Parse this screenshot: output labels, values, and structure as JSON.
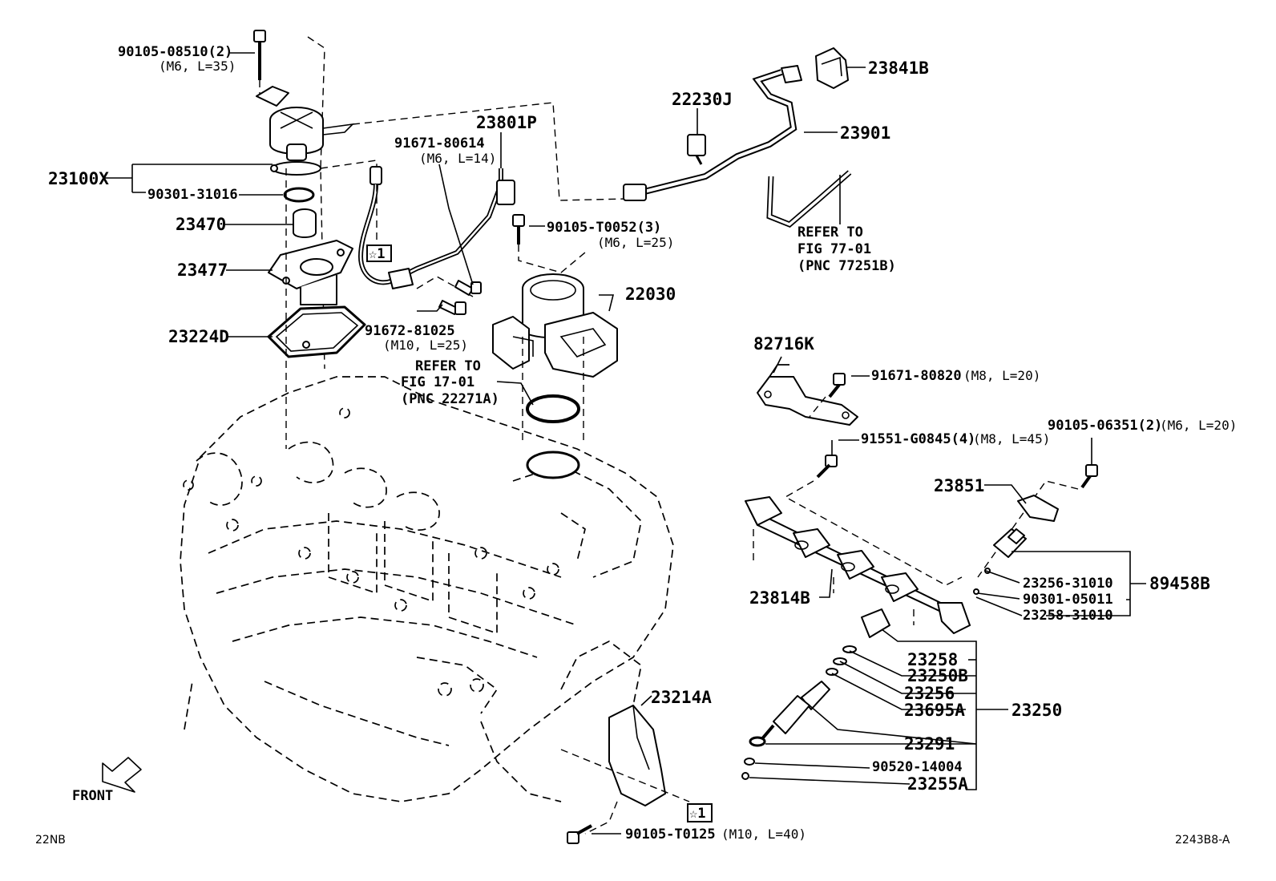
{
  "labels": {
    "p90105_08510": "90105-08510(2)",
    "p90105_08510_spec": "(M6, L=35)",
    "p23100X": "23100X",
    "p90301_31016": "90301-31016",
    "p23470": "23470",
    "p23477": "23477",
    "p23224D": "23224D",
    "p91671_80614": "91671-80614",
    "p91671_80614_spec": "(M6, L=14)",
    "p23801P": "23801P",
    "p91672_81025": "91672-81025",
    "p91672_81025_spec": "(M10, L=25)",
    "p22230J": "22230J",
    "p23841B": "23841B",
    "p23901": "23901",
    "p90105_T0052": "90105-T0052(3)",
    "p90105_T0052_spec": "(M6, L=25)",
    "p22030": "22030",
    "ref1_line1": "REFER TO",
    "ref1_line2": "FIG 17-01",
    "ref1_line3": "(PNC 22271A)",
    "ref2_line1": "REFER TO",
    "ref2_line2": "FIG 77-01",
    "ref2_line3": "(PNC 77251B)",
    "p82716K": "82716K",
    "p91671_80820": "91671-80820",
    "p91671_80820_spec": "(M8, L=20)",
    "p91551_G0845": "91551-G0845(4)",
    "p91551_G0845_spec": "(M8, L=45)",
    "p90105_06351": "90105-06351(2)",
    "p90105_06351_spec": "(M6, L=20)",
    "p23851": "23851",
    "p23256_31010": "23256-31010",
    "p90301_05011": "90301-05011",
    "p23258_31010": "23258-31010",
    "p89458B": "89458B",
    "p23814B": "23814B",
    "p23258": "23258",
    "p23250B": "23250B",
    "p23256": "23256",
    "p23695A": "23695A",
    "p23250": "23250",
    "p23291": "23291",
    "p90520_14004": "90520-14004",
    "p23255A": "23255A",
    "p23214A": "23214A",
    "p90105_T0125": "90105-T0125",
    "p90105_T0125_spec": "(M10, L=40)",
    "star1": "☆1",
    "front": "FRONT",
    "code_left": "22NB",
    "code_right": "2243B8-A"
  },
  "icons": {
    "front_arrow": "front-arrow-icon",
    "star_box": "star-box-icon"
  }
}
